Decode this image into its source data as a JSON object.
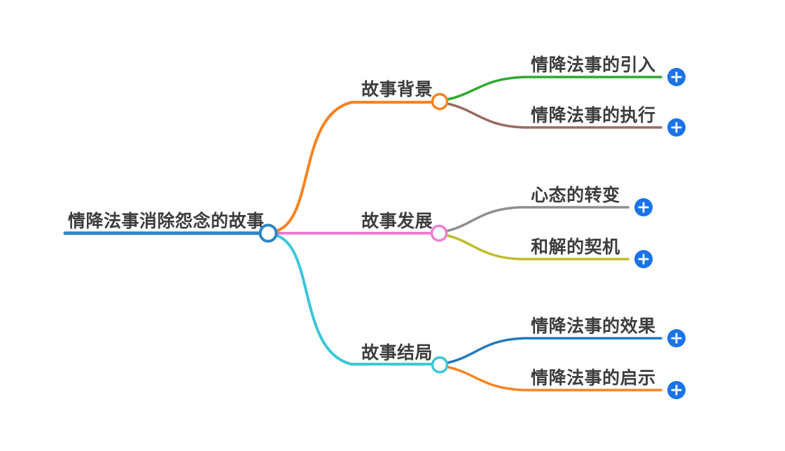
{
  "canvas": {
    "background": "#ffffff"
  },
  "theme": {
    "text_color": "#3d3d3d",
    "node_fill": "#ffffff",
    "add_button_color": "#1a73e8",
    "add_button_glyph_color": "#ffffff"
  },
  "root": {
    "label": "情降法事消除怨念的故事",
    "color": "#2d85c5"
  },
  "branches": [
    {
      "label": "故事背景",
      "color": "#f8821f",
      "children": [
        {
          "label": "情降法事的引入",
          "color": "#2fa82d"
        },
        {
          "label": "情降法事的执行",
          "color": "#996a60"
        }
      ]
    },
    {
      "label": "故事发展",
      "color": "#ec7fd2",
      "children": [
        {
          "label": "心态的转变",
          "color": "#8e8e8e"
        },
        {
          "label": "和解的契机",
          "color": "#bdbd2b"
        }
      ]
    },
    {
      "label": "故事结局",
      "color": "#3cc6d9",
      "children": [
        {
          "label": "情降法事的效果",
          "color": "#2478bd"
        },
        {
          "label": "情降法事的启示",
          "color": "#f8821f"
        }
      ]
    }
  ]
}
